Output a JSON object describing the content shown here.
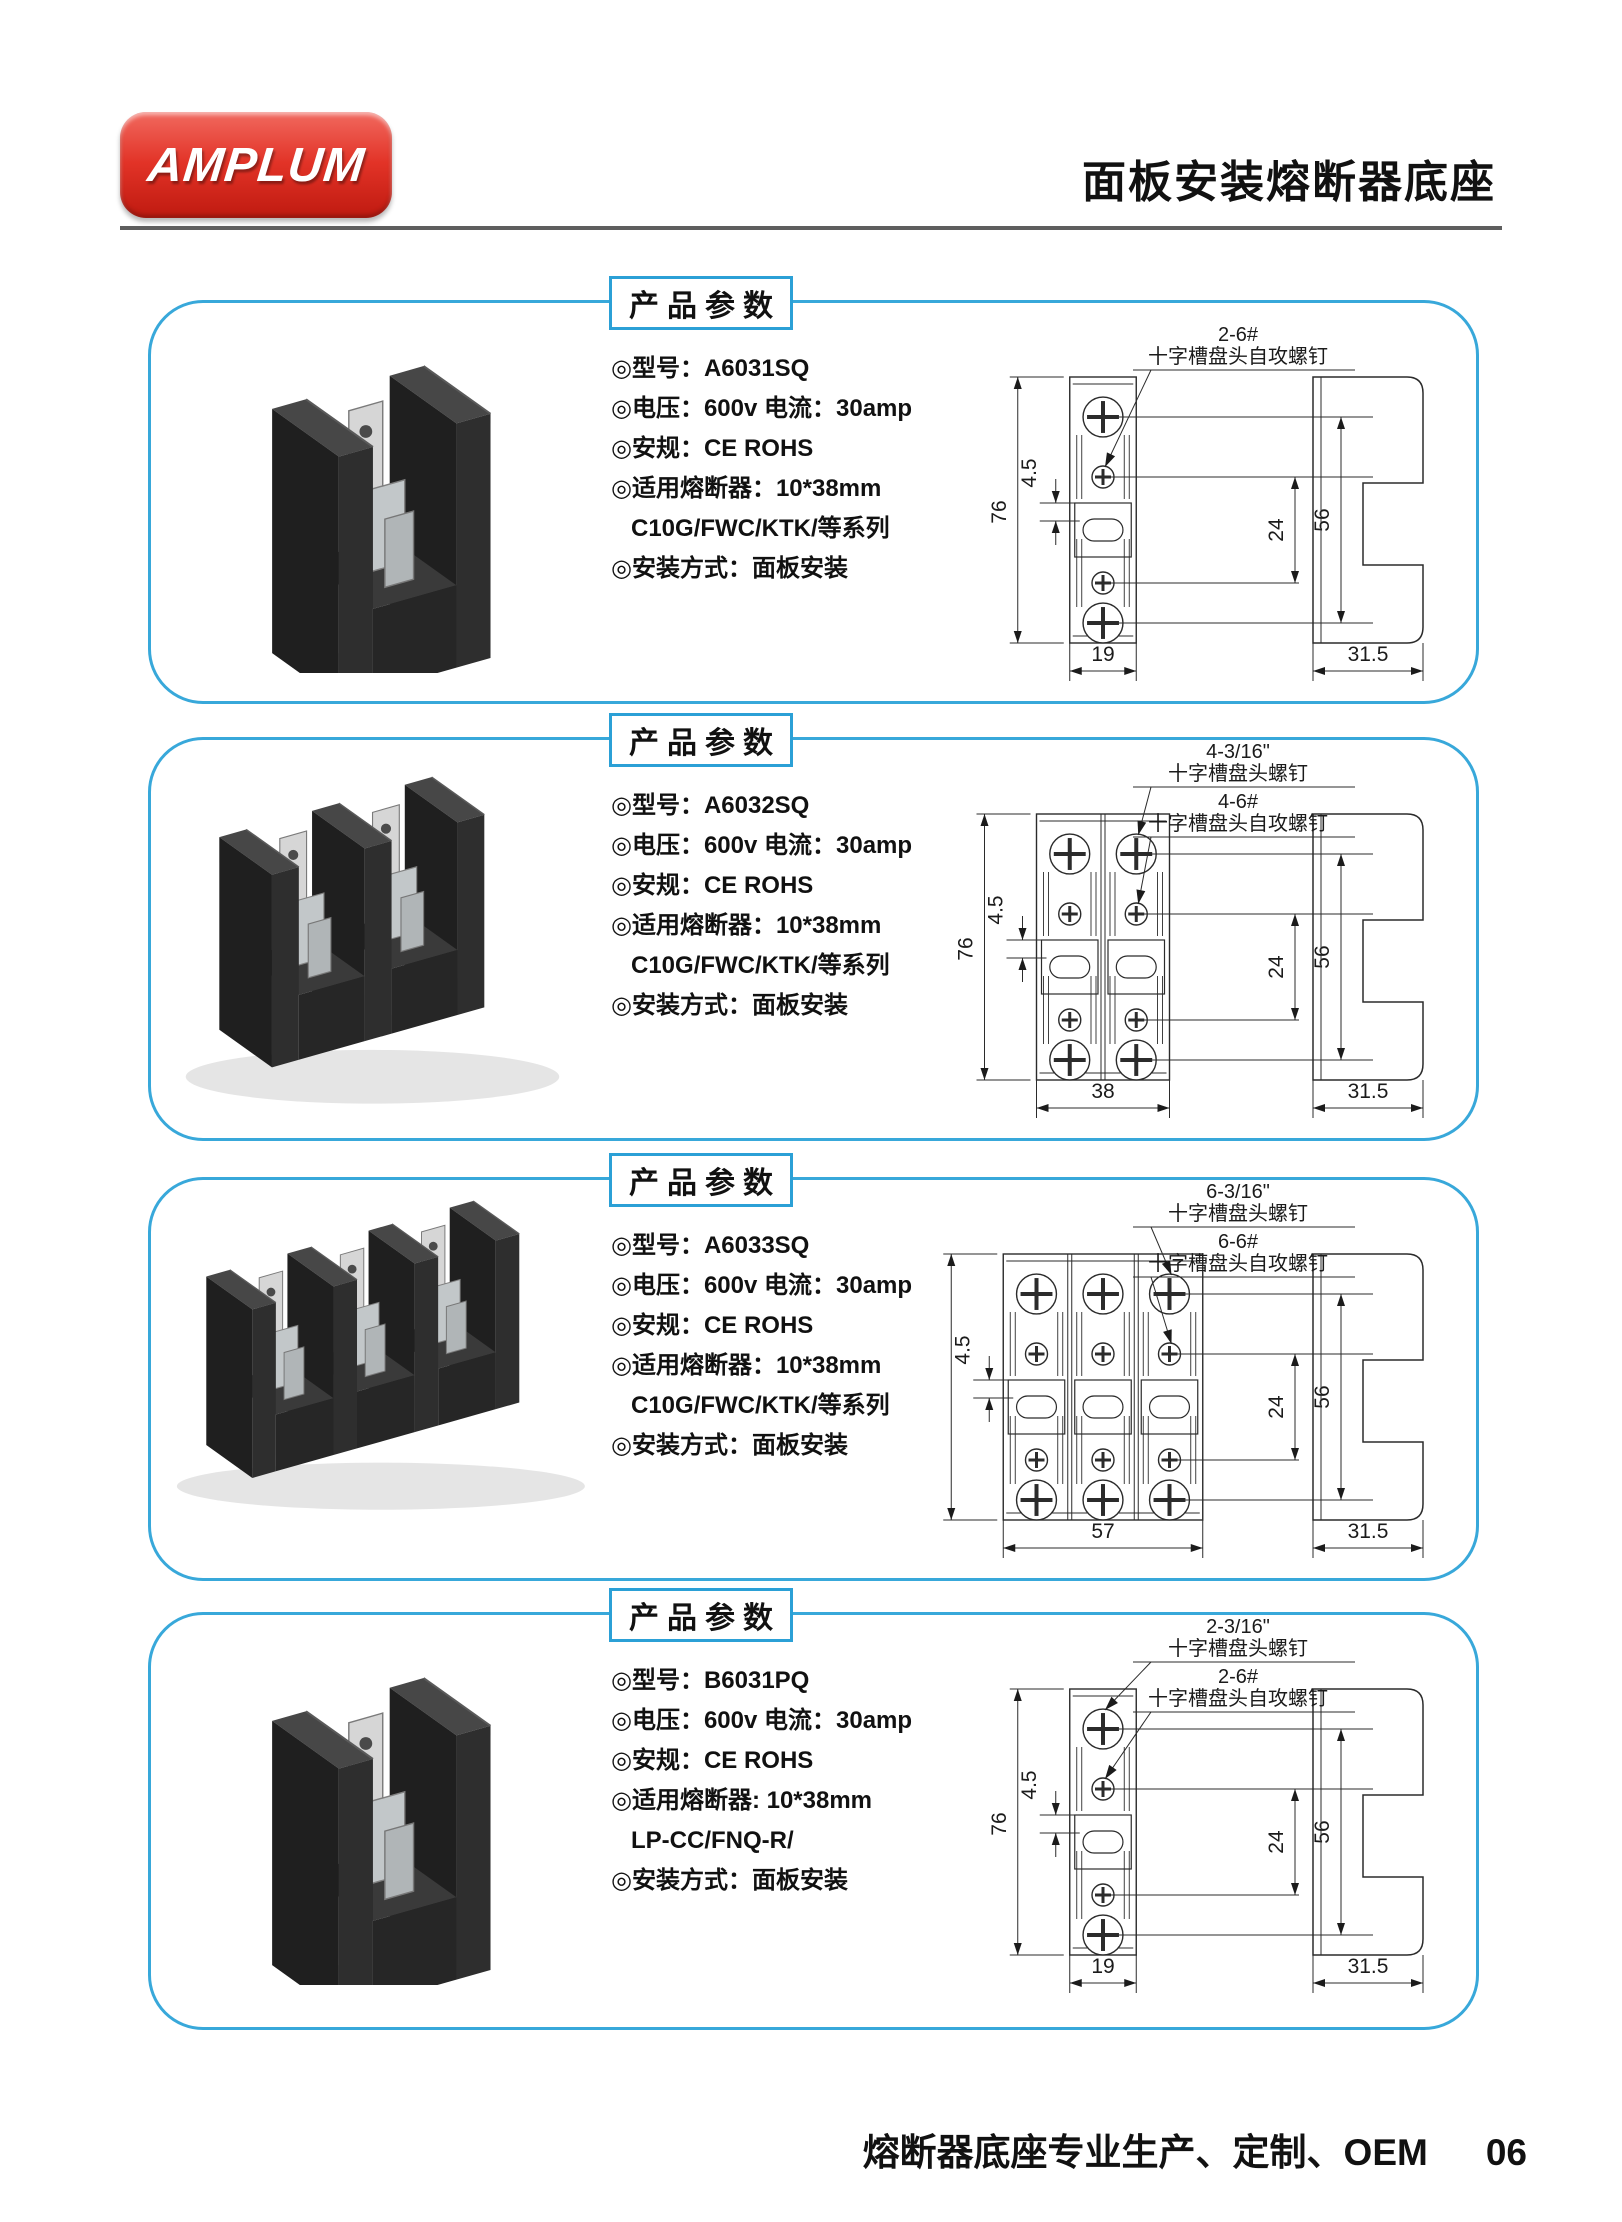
{
  "header": {
    "logo_text": "AMPLUM",
    "title": "面板安装熔断器底座"
  },
  "accent": {
    "card_border": "#38a8da",
    "box_border": "#2ba0d6",
    "logo_red": "#d6271b",
    "rule_gray": "#5e5e5e"
  },
  "section_heading": "产品参数",
  "sections": [
    {
      "specs": [
        "◎型号：A6031SQ",
        "◎电压：600v 电流：30amp",
        "◎安规：CE ROHS",
        "◎适用熔断器：10*38mm",
        "C10G/FWC/KTK/等系列",
        "◎安装方式：面板安装"
      ],
      "drawing": {
        "poles": 1,
        "screw_labels": [
          {
            "line1": "2-6#",
            "line2": "十字槽盘头自攻螺钉",
            "points_to": "small-screw"
          }
        ],
        "dims": {
          "height": "76",
          "hole_offset": "4.5",
          "inner_span": "24",
          "outer_span": "56",
          "width": "19",
          "side_depth": "31.5"
        }
      }
    },
    {
      "specs": [
        "◎型号：A6032SQ",
        "◎电压：600v 电流：30amp",
        "◎安规：CE ROHS",
        "◎适用熔断器：10*38mm",
        "C10G/FWC/KTK/等系列",
        "◎安装方式：面板安装"
      ],
      "drawing": {
        "poles": 2,
        "screw_labels": [
          {
            "line1": "4-3/16\"",
            "line2": "十字槽盘头螺钉",
            "points_to": "big-screw"
          },
          {
            "line1": "4-6#",
            "line2": "十字槽盘头自攻螺钉",
            "points_to": "small-screw"
          }
        ],
        "dims": {
          "height": "76",
          "hole_offset": "4.5",
          "inner_span": "24",
          "outer_span": "56",
          "width": "38",
          "side_depth": "31.5"
        }
      }
    },
    {
      "specs": [
        "◎型号：A6033SQ",
        "◎电压：600v 电流：30amp",
        "◎安规：CE ROHS",
        "◎适用熔断器：10*38mm",
        "C10G/FWC/KTK/等系列",
        "◎安装方式：面板安装"
      ],
      "drawing": {
        "poles": 3,
        "screw_labels": [
          {
            "line1": "6-3/16\"",
            "line2": "十字槽盘头螺钉",
            "points_to": "big-screw"
          },
          {
            "line1": "6-6#",
            "line2": "十字槽盘头自攻螺钉",
            "points_to": "small-screw"
          }
        ],
        "dims": {
          "height": "76",
          "hole_offset": "4.5",
          "inner_span": "24",
          "outer_span": "56",
          "width": "57",
          "side_depth": "31.5"
        }
      }
    },
    {
      "specs": [
        "◎型号：B6031PQ",
        "◎电压：600v 电流：30amp",
        "◎安规：CE ROHS",
        "◎适用熔断器: 10*38mm",
        "LP-CC/FNQ-R/",
        "◎安装方式：面板安装"
      ],
      "drawing": {
        "poles": 1,
        "screw_labels": [
          {
            "line1": "2-3/16\"",
            "line2": "十字槽盘头螺钉",
            "points_to": "big-screw"
          },
          {
            "line1": "2-6#",
            "line2": "十字槽盘头自攻螺钉",
            "points_to": "small-screw"
          }
        ],
        "dims": {
          "height": "76",
          "hole_offset": "4.5",
          "inner_span": "24",
          "outer_span": "56",
          "width": "19",
          "side_depth": "31.5"
        }
      }
    }
  ],
  "footer": {
    "tagline": "熔断器底座专业生产、定制、OEM",
    "page_number": "06"
  }
}
